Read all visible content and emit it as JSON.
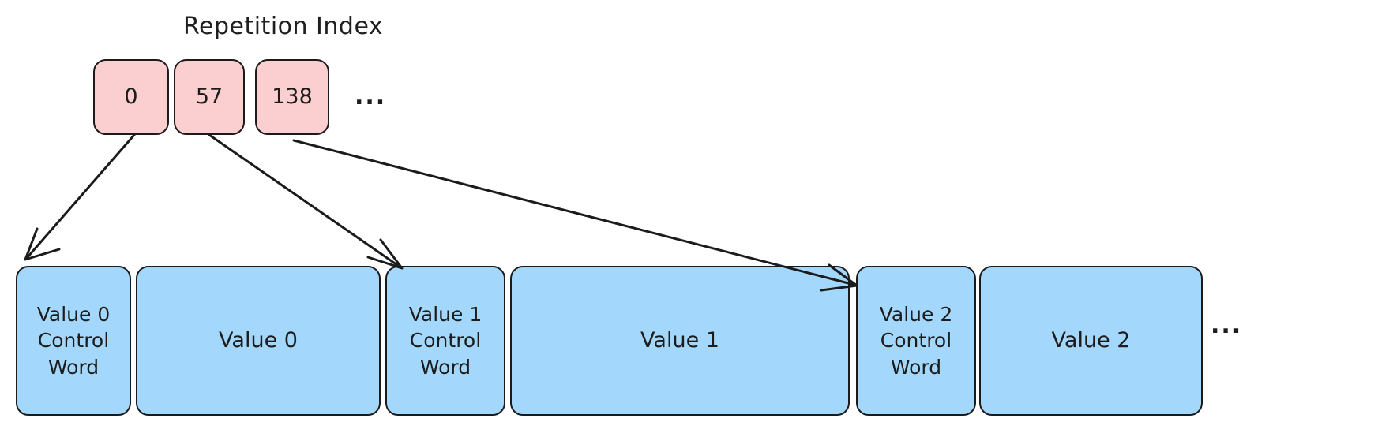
{
  "diagram": {
    "title": "Repetition Index",
    "background_color": "#ffffff",
    "index_row": {
      "label": "Repetition Index",
      "fill_color": "#FBCFCF",
      "stroke_color": "#1b1b1b",
      "boxes": [
        {
          "text": "0"
        },
        {
          "text": "57"
        },
        {
          "text": "138"
        }
      ],
      "ellipsis": "..."
    },
    "buffer_row": {
      "fill_color": "#A3D8FC",
      "stroke_color": "#1b1b1b",
      "boxes": [
        {
          "text": "Value 0\nControl\nWord"
        },
        {
          "text": "Value 0"
        },
        {
          "text": "Value 1\nControl\nWord"
        },
        {
          "text": "Value 1"
        },
        {
          "text": "Value 2\nControl\nWord"
        },
        {
          "text": "Value 2"
        }
      ],
      "ellipsis": "..."
    },
    "arrows": [
      {
        "from": "0",
        "to": "Value 0 Control Word"
      },
      {
        "from": "57",
        "to": "Value 1 Control Word"
      },
      {
        "from": "138",
        "to": "Value 2 Control Word"
      }
    ]
  }
}
